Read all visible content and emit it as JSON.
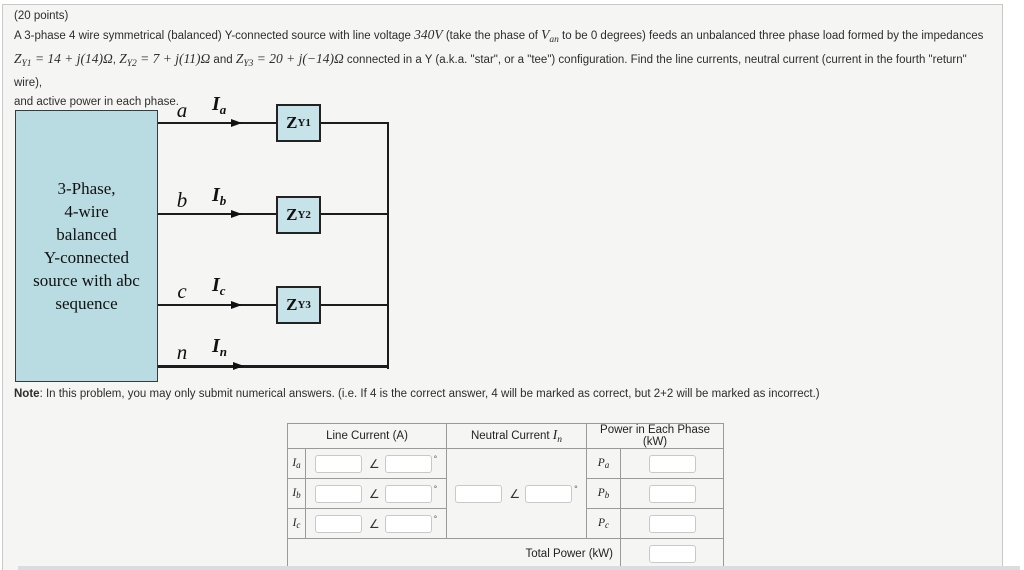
{
  "problem": {
    "points": "(20 points)",
    "line1": [
      {
        "t": "text",
        "s": "A 3-phase 4 wire symmetrical (balanced) Y-connected source with line voltage "
      },
      {
        "t": "math",
        "s": "340V"
      },
      {
        "t": "text",
        "s": " (take the phase of "
      },
      {
        "t": "math",
        "s": "V"
      },
      {
        "t": "sub",
        "s": "an"
      },
      {
        "t": "text",
        "s": " to be 0 degrees) feeds an unbalanced three phase load formed by the impedances"
      }
    ],
    "line2": [
      {
        "t": "math",
        "s": "Z"
      },
      {
        "t": "sub",
        "s": "Y1"
      },
      {
        "t": "math",
        "s": " = 14 + j(14)Ω"
      },
      {
        "t": "text",
        "s": ", "
      },
      {
        "t": "math",
        "s": "Z"
      },
      {
        "t": "sub",
        "s": "Y2"
      },
      {
        "t": "math",
        "s": " = 7 + j(11)Ω"
      },
      {
        "t": "text",
        "s": " and "
      },
      {
        "t": "math",
        "s": "Z"
      },
      {
        "t": "sub",
        "s": "Y3"
      },
      {
        "t": "math",
        "s": " = 20 + j(−14)Ω"
      },
      {
        "t": "text",
        "s": " connected in a Y (a.k.a. \"star\", or a \"tee\") configuration. Find the line currents, neutral current (current in the fourth \"return\" wire),"
      }
    ],
    "line3": "and active power in each phase."
  },
  "diagram": {
    "source_lines": [
      "3-Phase,",
      "4-wire",
      "balanced",
      "Y-connected",
      "source with abc",
      "sequence"
    ],
    "wires": [
      {
        "phase": "a",
        "current_symbol": "I",
        "current_sub": "a"
      },
      {
        "phase": "b",
        "current_symbol": "I",
        "current_sub": "b"
      },
      {
        "phase": "c",
        "current_symbol": "I",
        "current_sub": "c"
      },
      {
        "phase": "n",
        "current_symbol": "I",
        "current_sub": "n"
      }
    ],
    "impedances": [
      {
        "symbol": "Z",
        "sub": "Y1"
      },
      {
        "symbol": "Z",
        "sub": "Y2"
      },
      {
        "symbol": "Z",
        "sub": "Y3"
      }
    ],
    "colors": {
      "source_fill": "#b9dce2",
      "impedance_fill": "#c5e3e9",
      "wire": "#1c1c1c"
    }
  },
  "note": {
    "label": "Note",
    "text": ": In this problem, you may only submit numerical answers. (i.e. If 4 is the correct answer, 4 will be marked as correct, but 2+2 will be marked as incorrect.)"
  },
  "table": {
    "headers": {
      "line_current": "Line Current (A)",
      "neutral_current": [
        {
          "t": "text",
          "s": "Neutral Current "
        },
        {
          "t": "math",
          "s": "I"
        },
        {
          "t": "sub",
          "s": "n"
        }
      ],
      "power": "Power in Each Phase (kW)"
    },
    "rows": [
      {
        "current_symbol": "I",
        "current_sub": "a",
        "power_symbol": "P",
        "power_sub": "a"
      },
      {
        "current_symbol": "I",
        "current_sub": "b",
        "power_symbol": "P",
        "power_sub": "b"
      },
      {
        "current_symbol": "I",
        "current_sub": "c",
        "power_symbol": "P",
        "power_sub": "c"
      }
    ],
    "angle_symbol": "∠",
    "degree_symbol": "°",
    "total_label": "Total Power (kW)",
    "input_value": ""
  }
}
